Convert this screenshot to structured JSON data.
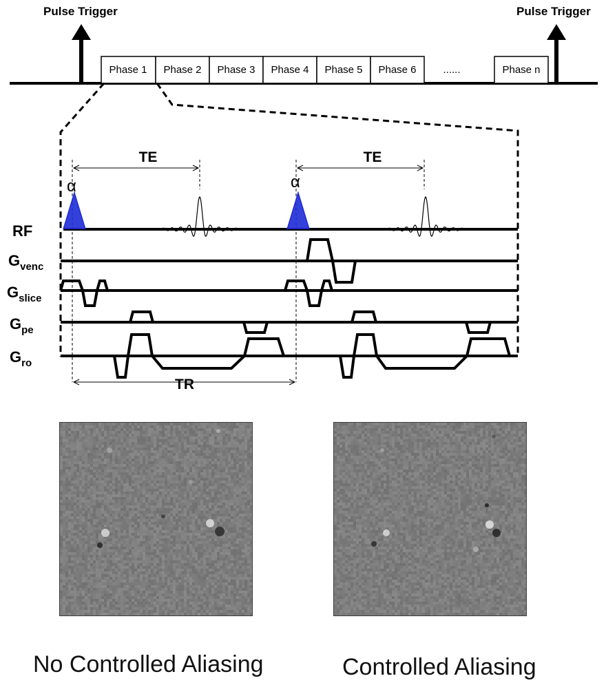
{
  "trigger_labels": [
    "Pulse Trigger",
    "Pulse Trigger"
  ],
  "phases": [
    "Phase 1",
    "Phase 2",
    "Phase 3",
    "Phase 4",
    "Phase 5",
    "Phase 6",
    "......",
    "Phase n"
  ],
  "timing": {
    "te_label": "TE",
    "tr_label": "TR",
    "flip_label": "α"
  },
  "channels": [
    {
      "base": "RF",
      "sub": ""
    },
    {
      "base": "G",
      "sub": "venc"
    },
    {
      "base": "G",
      "sub": "slice"
    },
    {
      "base": "G",
      "sub": "pe"
    },
    {
      "base": "G",
      "sub": "ro"
    }
  ],
  "images": [
    {
      "caption": "No Controlled Aliasing"
    },
    {
      "caption": "Controlled Aliasing"
    }
  ],
  "colors": {
    "rf_pulse": "#1f2bd6",
    "line": "#000000",
    "image_bg": "#7d7d7d"
  }
}
